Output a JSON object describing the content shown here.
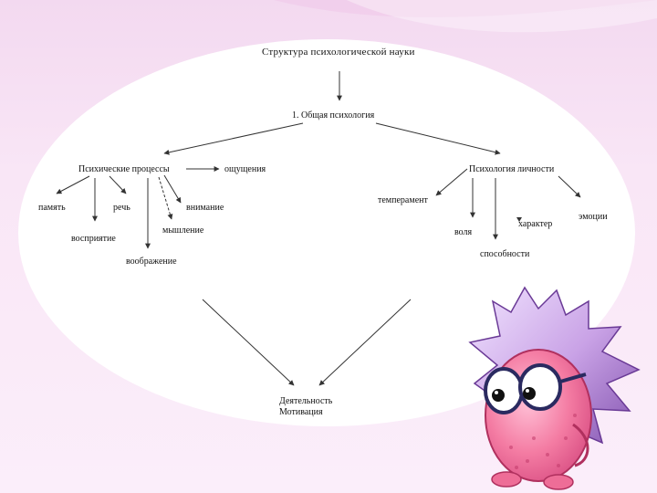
{
  "diagram": {
    "title": "Структура психологической науки",
    "general": "1. Общая психология",
    "processes": "Психические процессы",
    "sensations": "ощущения",
    "memory": "память",
    "speech": "речь",
    "attention": "внимание",
    "perception": "восприятие",
    "thinking": "мышление",
    "imagination": "воображение",
    "personality": "Психология личности",
    "temperament": "темперамент",
    "emotions": "эмоции",
    "will": "воля",
    "character": "характер",
    "abilities": "способности",
    "activity": "Деятельность",
    "motivation": "Мотивация"
  },
  "colors": {
    "background": "#f6e3f3",
    "panel": "#ffffff",
    "mascot_body": "#f47ca3",
    "mascot_spikes": "#c9a2e6"
  },
  "mascot": "hedgehog-mascot-with-glasses"
}
